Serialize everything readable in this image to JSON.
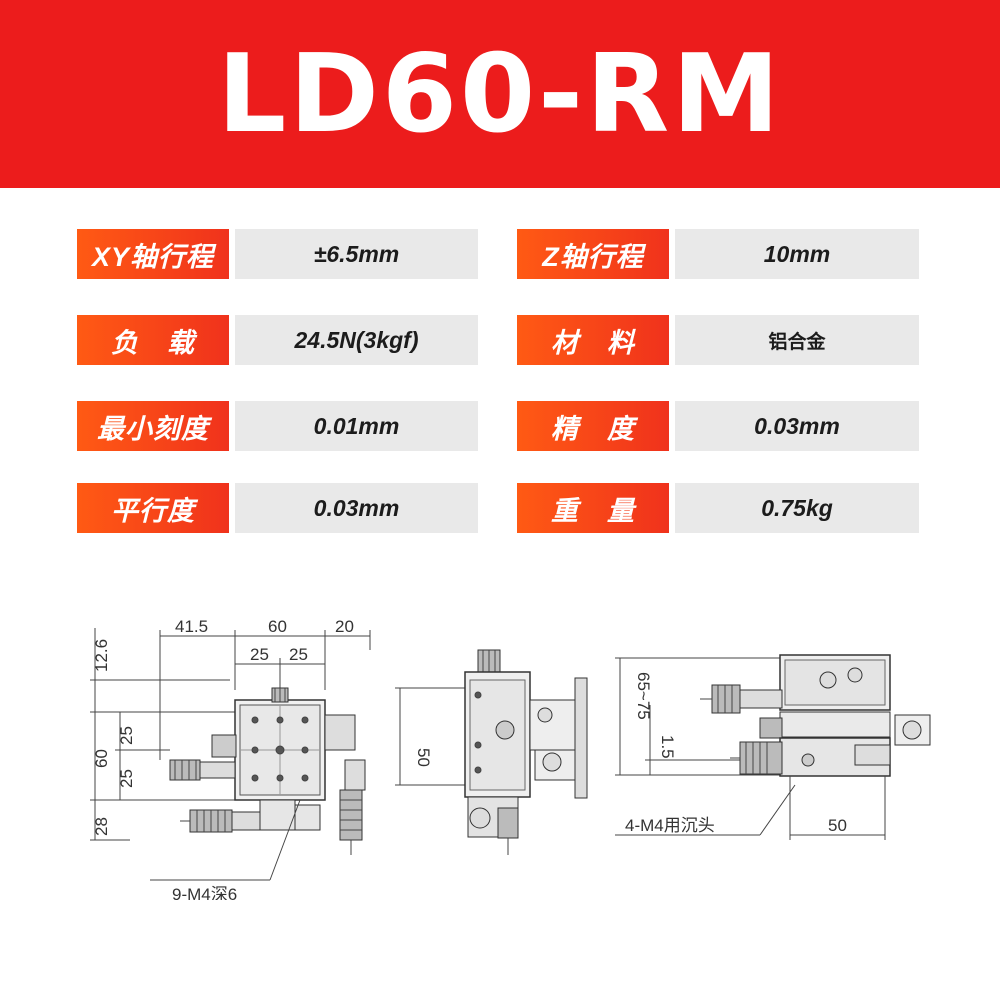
{
  "title": "LD60-RM",
  "specs": [
    {
      "left_label": "XY轴行程",
      "left_value": "±6.5mm",
      "right_label": "Z轴行程",
      "right_value": "10mm"
    },
    {
      "left_label": "负　载",
      "left_value": "24.5N(3kgf)",
      "right_label": "材　料",
      "right_value": "铝合金"
    },
    {
      "left_label": "最小刻度",
      "left_value": "0.01mm",
      "right_label": "精　度",
      "right_value": "0.03mm"
    },
    {
      "left_label": "平行度",
      "left_value": "0.03mm",
      "right_label": "重　量",
      "right_value": "0.75kg"
    }
  ],
  "drawing": {
    "top_view": {
      "dims": {
        "d41_5": "41.5",
        "d60_top": "60",
        "d20": "20",
        "d25_a": "25",
        "d25_b": "25",
        "d12_6": "12.6",
        "d60_side": "60",
        "d25_c": "25",
        "d25_d": "25",
        "d28": "28"
      },
      "callout": "9-M4深6"
    },
    "side_view": {
      "dims": {
        "d50": "50"
      }
    },
    "front_view": {
      "dims": {
        "d65_75": "65~75",
        "d1_5": "1.5",
        "d50_bottom": "50"
      },
      "callout": "4-M4用沉头"
    }
  }
}
